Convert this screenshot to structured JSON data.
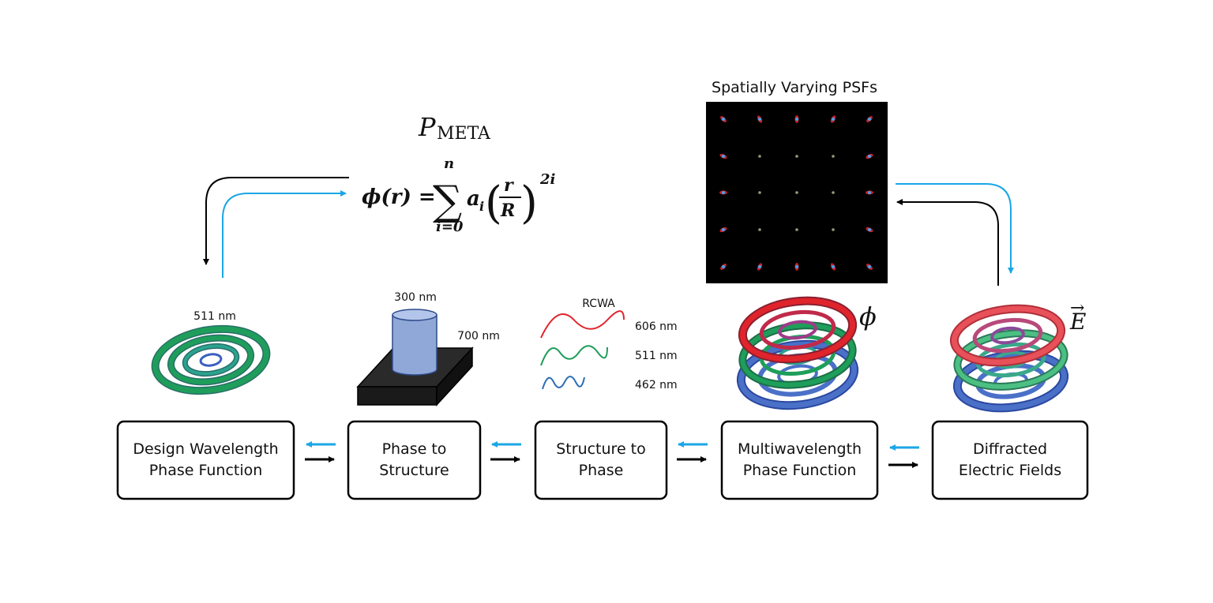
{
  "colors": {
    "cyan": "#1ba6e6",
    "black": "#000000",
    "green": "#1e9e5a",
    "blue": "#3a5fc0",
    "red": "#e0242c",
    "cylinder": "#8fa8d8"
  },
  "boxes": [
    {
      "line1": "Design Wavelength",
      "line2": "Phase Function"
    },
    {
      "line1": "Phase to",
      "line2": "Structure"
    },
    {
      "line1": "Structure to",
      "line2": "Phase"
    },
    {
      "line1": "Multiwavelength",
      "line2": "Phase Function"
    },
    {
      "line1": "Diffracted",
      "line2": "Electric Fields"
    }
  ],
  "design_wavelength_label": "511 nm",
  "pillar": {
    "diameter_label": "300 nm",
    "height_label": "700 nm"
  },
  "rcwa": {
    "title": "RCWA",
    "wavelengths": [
      "606 nm",
      "511 nm",
      "462 nm"
    ]
  },
  "psf_title": "Spatially Varying PSFs",
  "formula": {
    "operator_letter": "P",
    "operator_subscript": "META",
    "lhs": "ϕ(r) =",
    "sum_upper": "n",
    "sum_lower": "i=0",
    "coef": "a",
    "coef_sub": "i",
    "frac_num": "r",
    "frac_den": "R",
    "exponent": "2i"
  },
  "symbols": {
    "phi": "ϕ",
    "field": "E",
    "field_arrow": "→"
  },
  "icons": [
    "cyan-arrow-icon",
    "black-arrow-icon",
    "sigma-icon"
  ]
}
